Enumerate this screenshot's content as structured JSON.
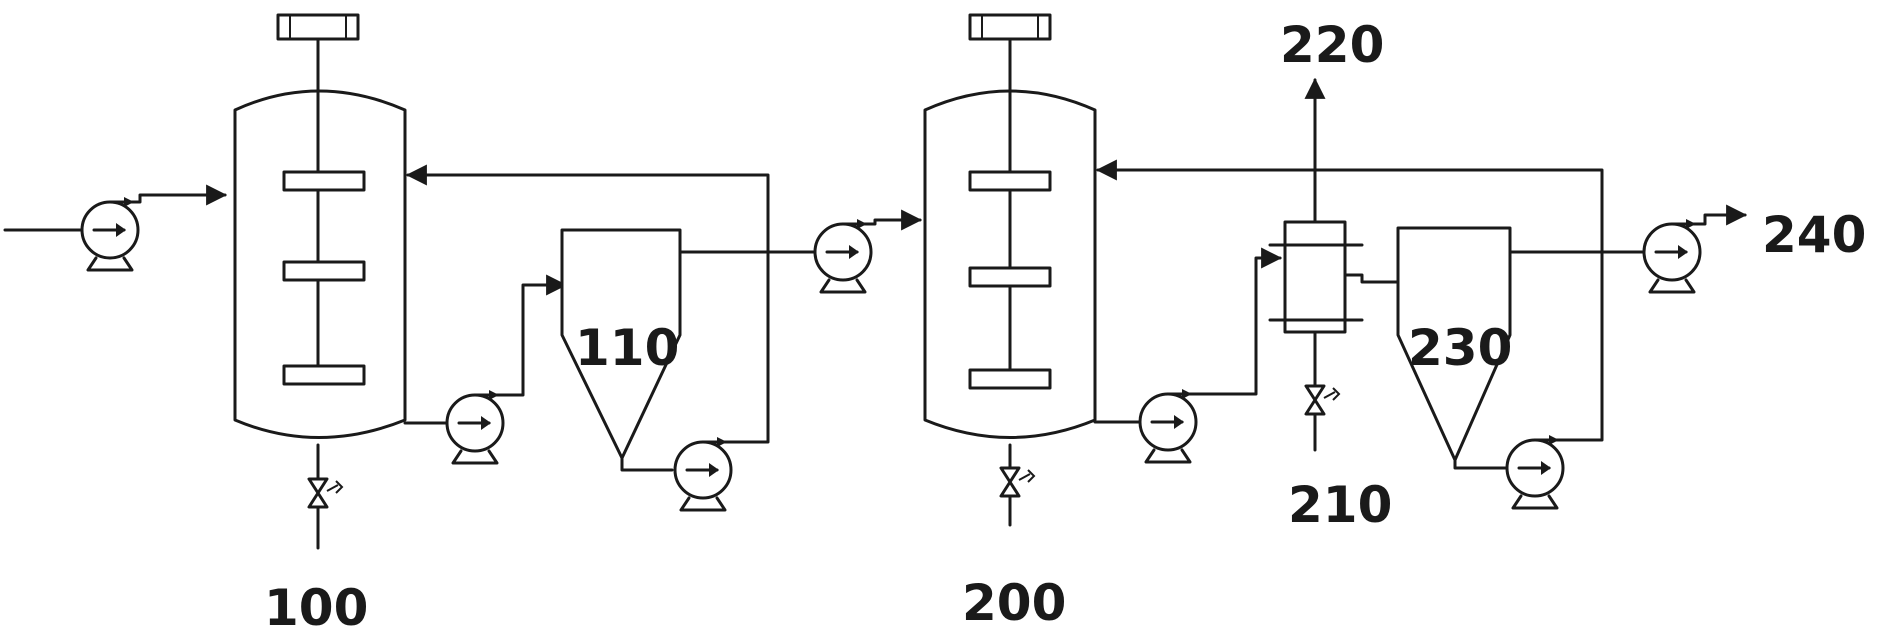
{
  "diagram": {
    "labels": {
      "reactor_1": "100",
      "settler_1": "110",
      "reactor_2": "200",
      "column_inlet": "210",
      "vent_outlet": "220",
      "settler_2": "230",
      "product_outlet": "240"
    },
    "colors": {
      "stroke": "#1a1a1a",
      "background": "#ffffff"
    }
  }
}
